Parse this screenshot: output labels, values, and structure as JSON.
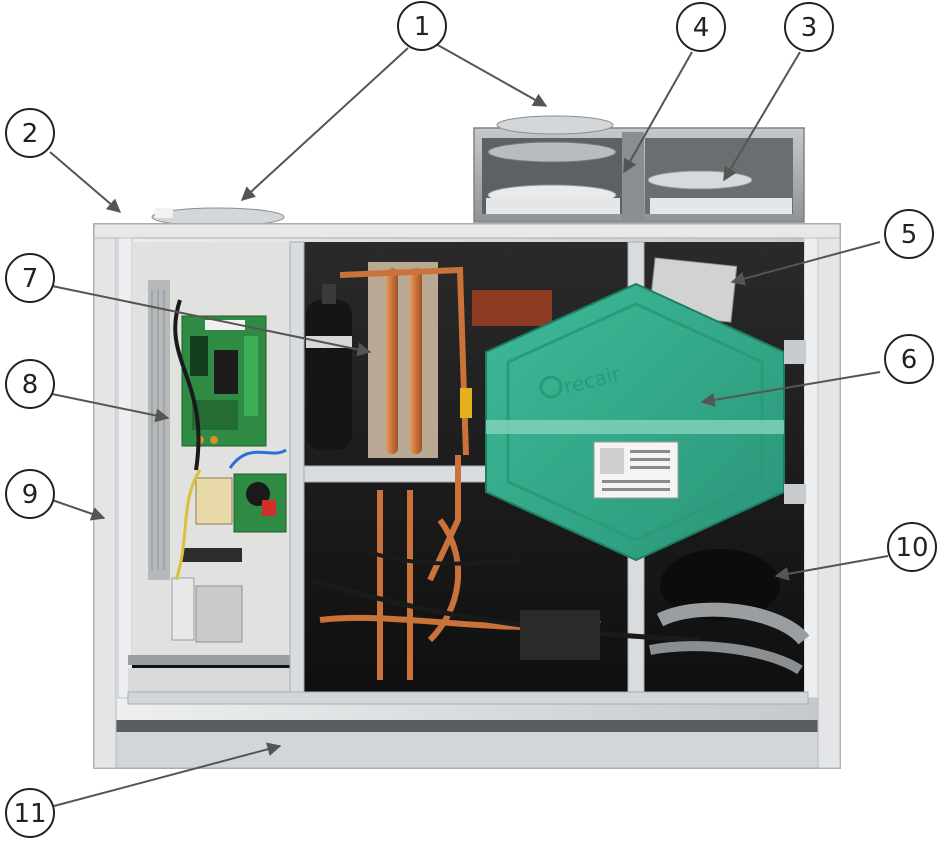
{
  "callouts": [
    "1",
    "2",
    "3",
    "4",
    "5",
    "6",
    "7",
    "8",
    "9",
    "10",
    "11"
  ],
  "brand_logo_text": "recair",
  "colors": {
    "casing": "#d9dcde",
    "casing_edge": "#a9adb0",
    "interior": "#1b1b1b",
    "heat_exchanger": "#34a98a",
    "heat_exchanger_dark": "#238266",
    "copper": "#c9733a",
    "pcb_green": "#2f8b43",
    "callout_stroke": "#222222",
    "leader": "#555555"
  },
  "icons": {
    "callout": "numbered-circle",
    "leader": "arrow-line"
  }
}
